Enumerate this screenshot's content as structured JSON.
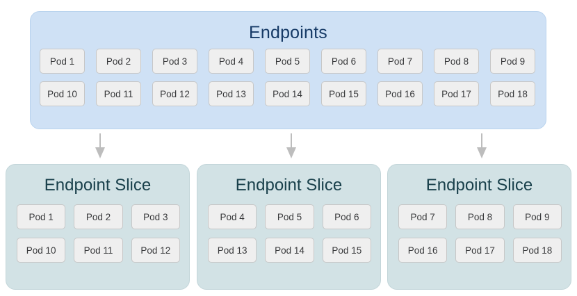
{
  "colors": {
    "endpoints_bg": "#cfe1f5",
    "endpoints_border": "#b9d3ee",
    "endpoints_title": "#163a66",
    "slice_bg": "#d2e2e5",
    "slice_border": "#c2d5d9",
    "slice_title": "#19404b",
    "chip_bg": "#efefef",
    "chip_border": "#c7c7c7",
    "chip_text": "#38393b",
    "arrow": "#bdbdbd",
    "page_bg": "#ffffff"
  },
  "endpoints": {
    "title": "Endpoints",
    "rows": [
      [
        "Pod 1",
        "Pod 2",
        "Pod 3",
        "Pod 4",
        "Pod 5",
        "Pod 6",
        "Pod 7",
        "Pod 8",
        "Pod 9"
      ],
      [
        "Pod 10",
        "Pod 11",
        "Pod 12",
        "Pod 13",
        "Pod 14",
        "Pod 15",
        "Pod 16",
        "Pod 17",
        "Pod 18"
      ]
    ]
  },
  "arrows": [
    {
      "name": "arrow-to-slice-1",
      "glyph": "down-arrow-icon"
    },
    {
      "name": "arrow-to-slice-2",
      "glyph": "down-arrow-icon"
    },
    {
      "name": "arrow-to-slice-3",
      "glyph": "down-arrow-icon"
    }
  ],
  "slices": [
    {
      "title": "Endpoint Slice",
      "rows": [
        [
          "Pod 1",
          "Pod 2",
          "Pod 3"
        ],
        [
          "Pod 10",
          "Pod 11",
          "Pod 12"
        ]
      ]
    },
    {
      "title": "Endpoint Slice",
      "rows": [
        [
          "Pod 4",
          "Pod 5",
          "Pod 6"
        ],
        [
          "Pod 13",
          "Pod 14",
          "Pod 15"
        ]
      ]
    },
    {
      "title": "Endpoint Slice",
      "rows": [
        [
          "Pod 7",
          "Pod 8",
          "Pod 9"
        ],
        [
          "Pod 16",
          "Pod 17",
          "Pod 18"
        ]
      ]
    }
  ]
}
